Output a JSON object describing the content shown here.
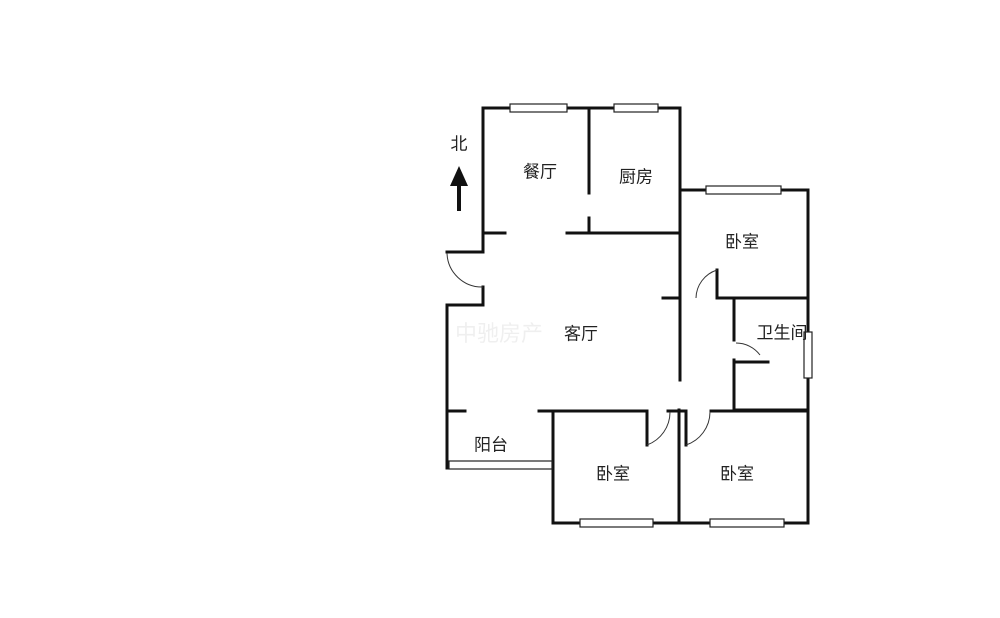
{
  "compass": {
    "label": "北",
    "icon": "north-arrow-icon"
  },
  "watermark": "中驰房产",
  "rooms": [
    {
      "id": "dining",
      "label": "餐厅"
    },
    {
      "id": "kitchen",
      "label": "厨房"
    },
    {
      "id": "bedroom-ne",
      "label": "卧室"
    },
    {
      "id": "living",
      "label": "客厅"
    },
    {
      "id": "bathroom",
      "label": "卫生间"
    },
    {
      "id": "balcony",
      "label": "阳台"
    },
    {
      "id": "bedroom-sw",
      "label": "卧室"
    },
    {
      "id": "bedroom-se",
      "label": "卧室"
    }
  ]
}
